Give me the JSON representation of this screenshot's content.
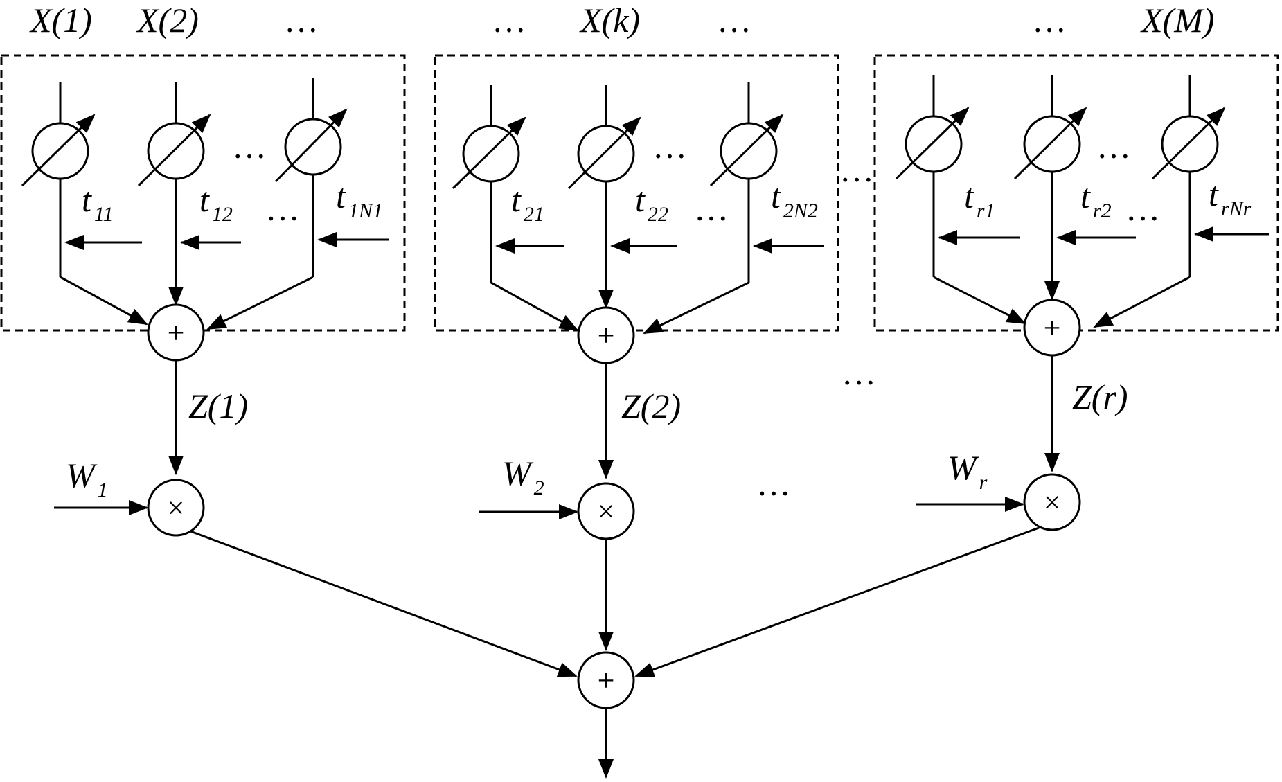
{
  "inputs": {
    "x1": "X(1)",
    "x2": "X(2)",
    "xk": "X(k)",
    "xm": "X(M)",
    "dots": "…"
  },
  "groups": [
    {
      "t_labels": [
        {
          "t": "t",
          "s": "11"
        },
        {
          "t": "t",
          "s": "12"
        },
        {
          "t": "t",
          "s": "1N1"
        }
      ],
      "z_label": "Z(1)",
      "w_label": {
        "t": "W",
        "s": "1"
      }
    },
    {
      "t_labels": [
        {
          "t": "t",
          "s": "21"
        },
        {
          "t": "t",
          "s": "22"
        },
        {
          "t": "t",
          "s": "2N2"
        }
      ],
      "z_label": "Z(2)",
      "w_label": {
        "t": "W",
        "s": "2"
      }
    },
    {
      "t_labels": [
        {
          "t": "t",
          "s": "r1"
        },
        {
          "t": "t",
          "s": "r2"
        },
        {
          "t": "t",
          "s": "rNr"
        }
      ],
      "z_label": "Z(r)",
      "w_label": {
        "t": "W",
        "s": "r"
      }
    }
  ],
  "symbols": {
    "sum": "+",
    "multiply": "×",
    "dots": "…"
  }
}
